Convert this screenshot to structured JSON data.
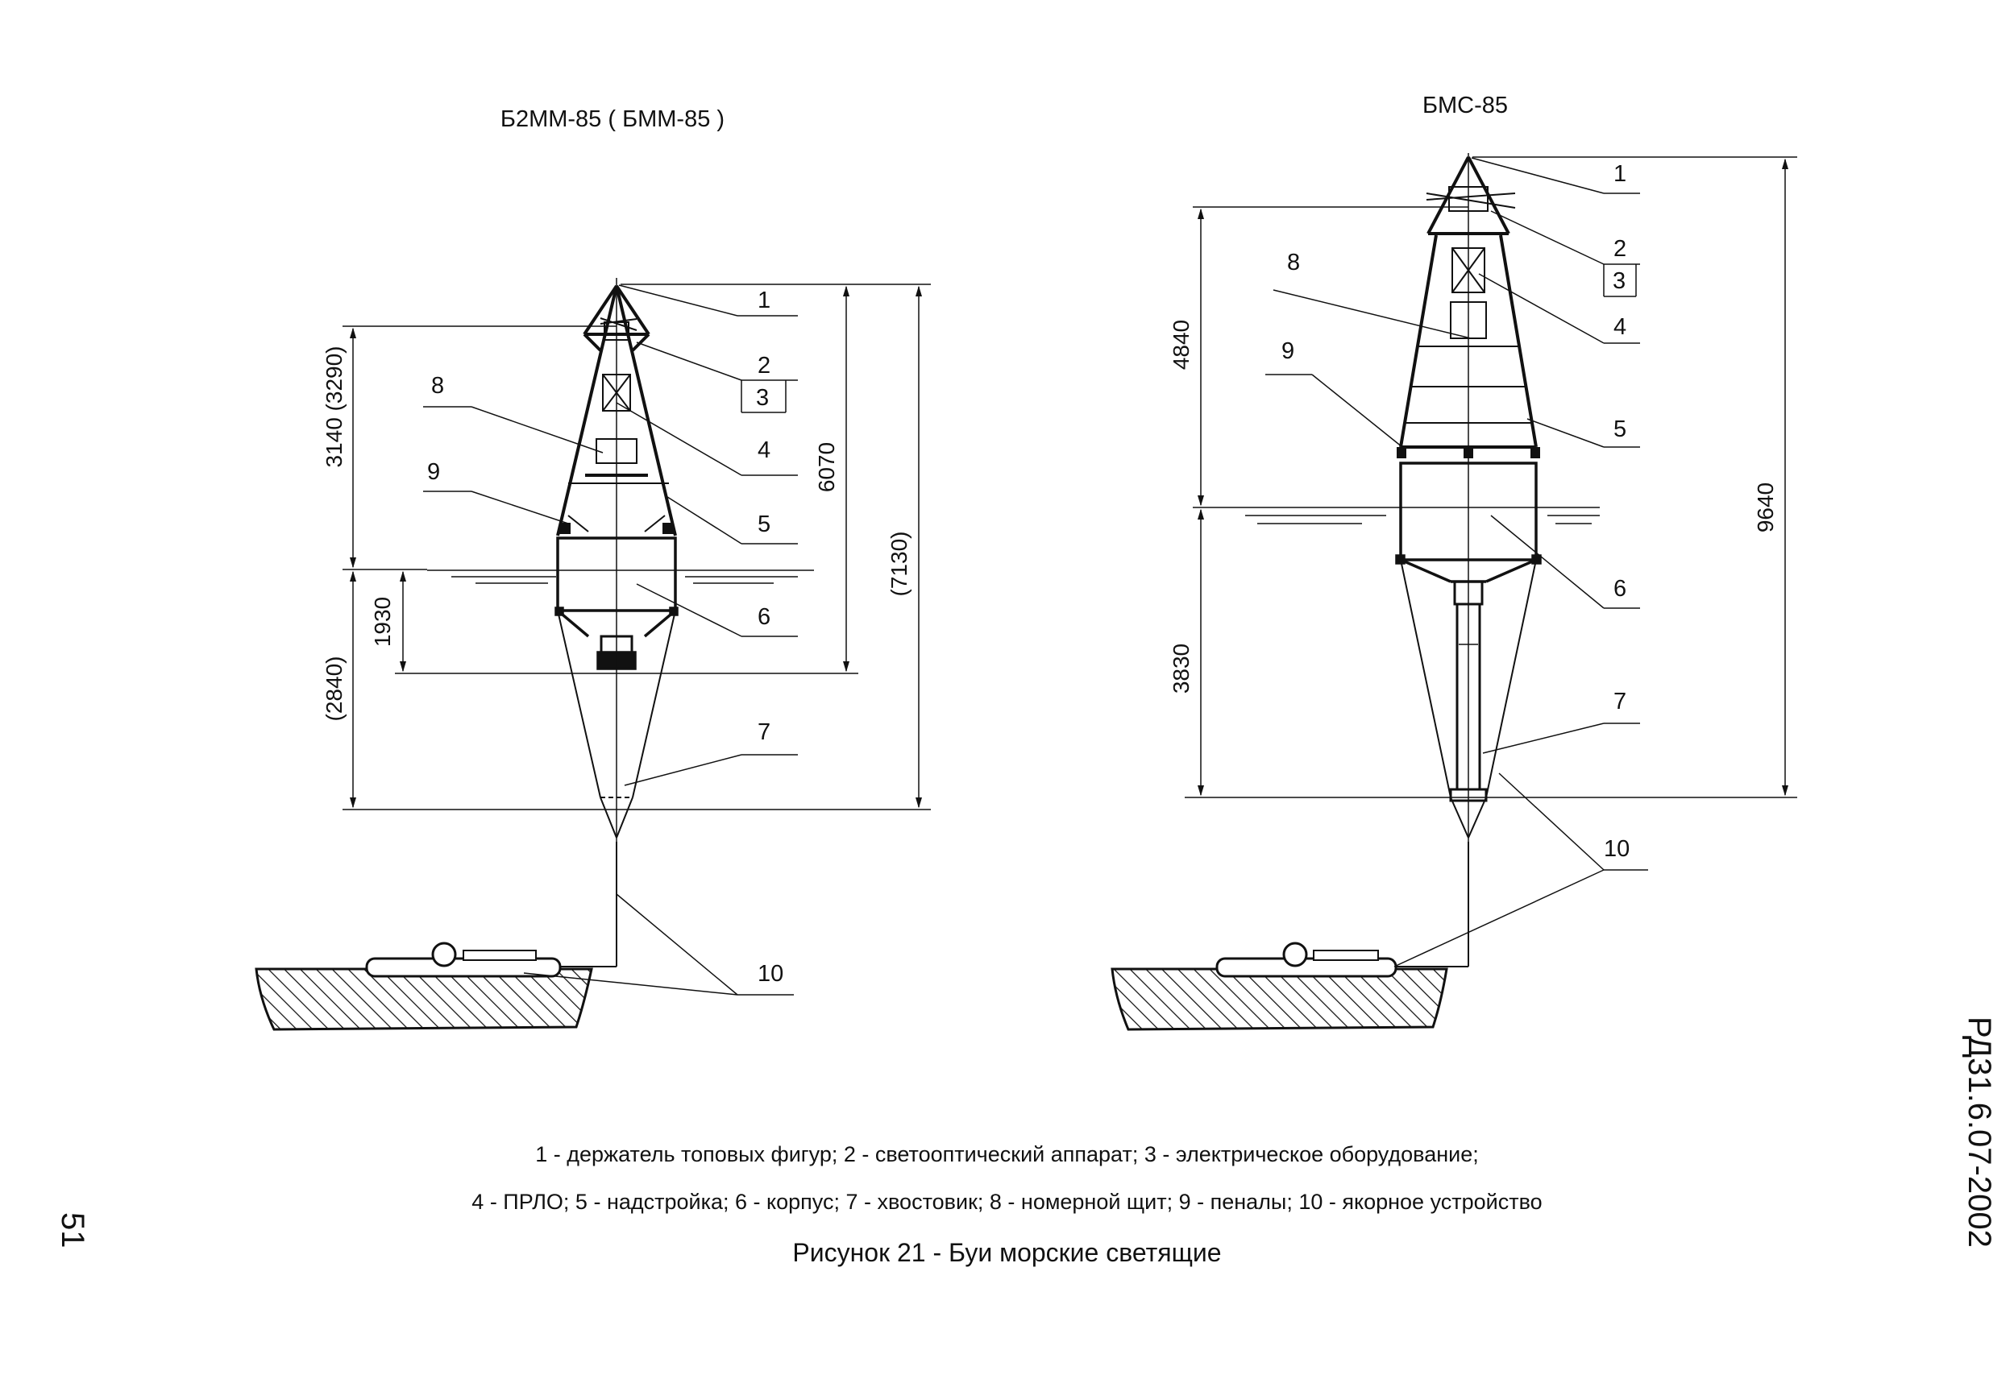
{
  "page": {
    "number": "51",
    "doc_code": "РД31.6.07-2002"
  },
  "figure": {
    "caption": "Рисунок 21 - Буи морские светящие",
    "legend_line1": "1 - держатель топовых фигур; 2 - светооптический аппарат; 3 - электрическое оборудование;",
    "legend_line2": "4 - ПРЛО; 5 - надстройка; 6 - корпус; 7 - хвостовик; 8 - номерной щит; 9 - пеналы; 10 - якорное устройство"
  },
  "left_buoy": {
    "title": "Б2ММ-85 ( БММ-85 )",
    "dims": {
      "upper": "3140 (3290)",
      "lower": "(2840)",
      "draft": "1930",
      "height": "6070",
      "total": "(7130)"
    },
    "callouts": [
      "1",
      "2",
      "3",
      "4",
      "5",
      "6",
      "7",
      "8",
      "9",
      "10"
    ]
  },
  "right_buoy": {
    "title": "БМС-85",
    "dims": {
      "upper": "4840",
      "lower": "3830",
      "total": "9640"
    },
    "callouts": [
      "1",
      "2",
      "3",
      "4",
      "5",
      "6",
      "7",
      "8",
      "9",
      "10"
    ]
  }
}
